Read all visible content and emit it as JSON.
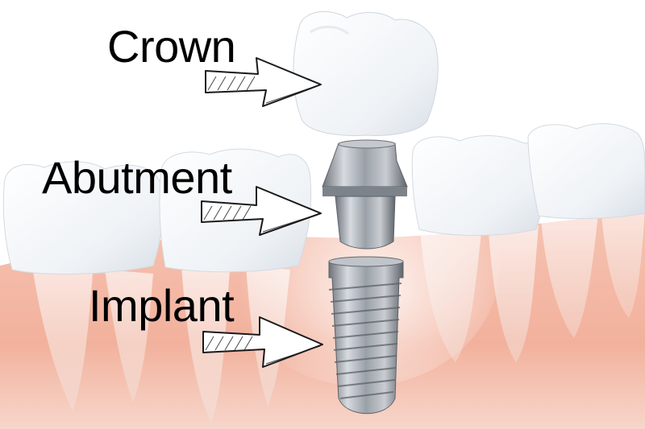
{
  "labels": {
    "crown": "Crown",
    "abutment": "Abutment",
    "implant": "Implant"
  },
  "colors": {
    "gum": "#f2b7a3",
    "tooth": "#f4f6f8",
    "metal": "#a9aeb5",
    "label_text": "#000000"
  },
  "icons": {
    "arrow": "hand-drawn-right-arrow"
  }
}
